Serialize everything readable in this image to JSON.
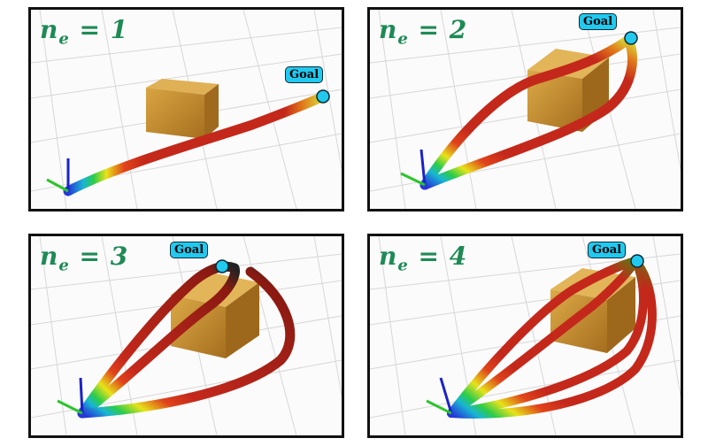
{
  "panels": [
    {
      "ne_var": "n",
      "ne_sub": "e",
      "ne_rel": " = 1",
      "goal_label": "Goal"
    },
    {
      "ne_var": "n",
      "ne_sub": "e",
      "ne_rel": " = 2",
      "goal_label": "Goal"
    },
    {
      "ne_var": "n",
      "ne_sub": "e",
      "ne_rel": " = 3",
      "goal_label": "Goal"
    },
    {
      "ne_var": "n",
      "ne_sub": "e",
      "ne_rel": " = 4",
      "goal_label": "Goal"
    }
  ],
  "colors": {
    "label_green": "#1e8a55",
    "goal_fill": "#22c9ef",
    "tube_red": "#c4281b",
    "box_wood": "#c9912e"
  }
}
